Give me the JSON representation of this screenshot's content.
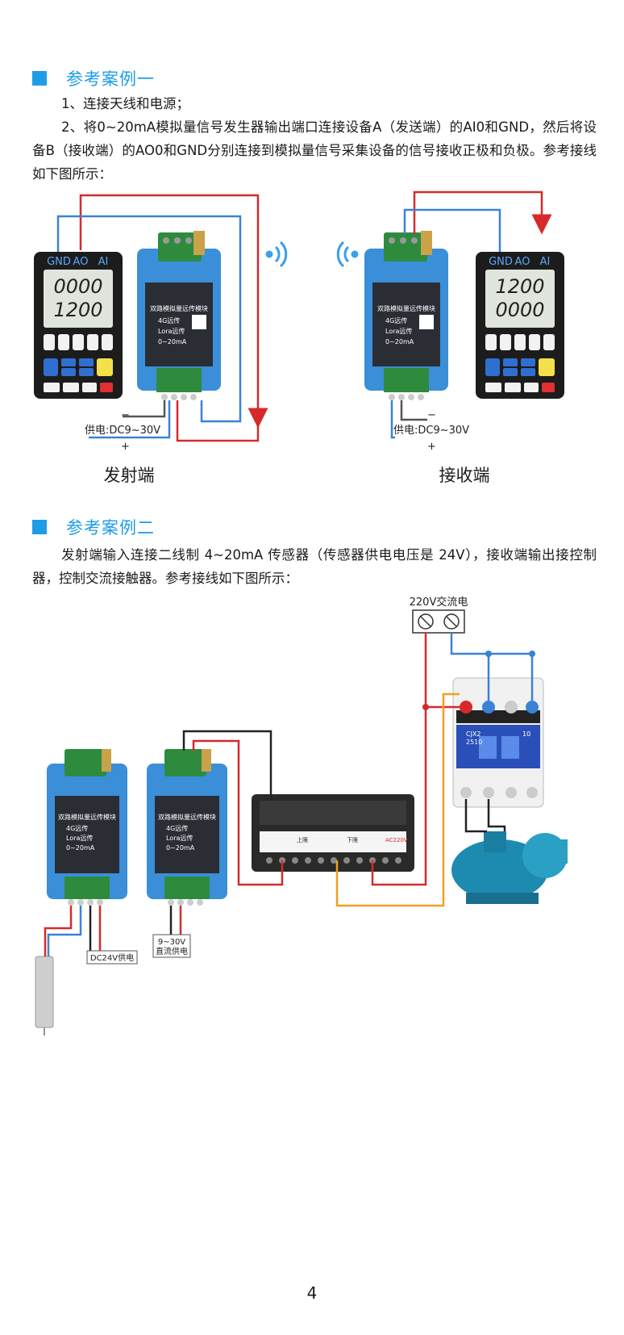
{
  "case1": {
    "title": "参考案例一",
    "step1": "1、连接天线和电源；",
    "step2": "2、将0~20mA模拟量信号发生器输出端口连接设备A（发送端）的AI0和GND，然后将设备B（接收端）的AO0和GND分别连接到模拟量信号采集设备的信号接收正极和负极。参考接线如下图所示：",
    "tx_caption": "发射端",
    "rx_caption": "接收端",
    "meter_left": {
      "term_gnd": "GND",
      "term_ao": "AO",
      "term_ai": "AI",
      "reading_top": "0000",
      "reading_bottom": "1200"
    },
    "meter_right": {
      "term_gnd": "GND",
      "term_ao": "AO",
      "term_ai": "AI",
      "reading_top": "1200",
      "reading_bottom": "0000"
    },
    "power_label_left": "供电:DC9~30V",
    "power_label_right": "供电:DC9~30V",
    "minus": "−",
    "plus": "+",
    "module": {
      "name": "双路模拟量远传模块",
      "opt1": "4G远传",
      "opt2": "Lora远传",
      "opt3": "0~20mA"
    }
  },
  "case2": {
    "title": "参考案例二",
    "para": "发射端输入连接二线制 4~20mA 传感器（传感器供电电压是 24V），接收端输出接控制器，控制交流接触器。参考接线如下图所示：",
    "ac_label": "220V交流电",
    "tx_power_label": "DC24V供电",
    "rx_power_line1": "9~30V",
    "rx_power_line2": "直流供电",
    "contactor_model_1": "CJX2",
    "contactor_model_2": "2510",
    "contactor_rating": "10",
    "controller_label_a": "上限",
    "controller_label_b": "下限",
    "controller_label_ac": "AC220V"
  },
  "page_number": "4",
  "colors": {
    "accent": "#1e9ce6",
    "wire_red": "#d62a2a",
    "wire_blue": "#3b82d6",
    "wire_black": "#222222",
    "wire_orange": "#f0a020",
    "module_blue": "#3a8fd8"
  }
}
